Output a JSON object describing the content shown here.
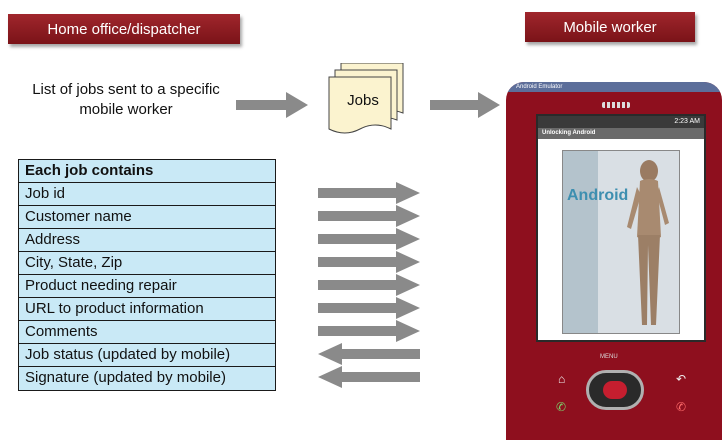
{
  "banners": {
    "home": "Home office/dispatcher",
    "mobile": "Mobile worker"
  },
  "list_caption": "List of jobs sent to a specific mobile worker",
  "jobs_label": "Jobs",
  "job_table": {
    "header": "Each job contains",
    "rows": [
      {
        "label": "Job id",
        "direction": "to-mobile"
      },
      {
        "label": "Customer name",
        "direction": "to-mobile"
      },
      {
        "label": "Address",
        "direction": "to-mobile"
      },
      {
        "label": "City, State, Zip",
        "direction": "to-mobile"
      },
      {
        "label": "Product needing repair",
        "direction": "to-mobile"
      },
      {
        "label": "URL to product information",
        "direction": "to-mobile"
      },
      {
        "label": "Comments",
        "direction": "to-mobile"
      },
      {
        "label": "Job status (updated by mobile)",
        "direction": "from-mobile"
      },
      {
        "label": "Signature (updated by mobile)",
        "direction": "from-mobile"
      }
    ]
  },
  "phone": {
    "emulator_title": "Android Emulator",
    "status_time": "2:23 AM",
    "app_title": "Unlocking Android",
    "book_title": "Android",
    "menu_label": "MENU"
  },
  "colors": {
    "banner": "#8e1a20",
    "table_fill": "#c9e9f6",
    "arrow": "#8a8a8a",
    "doc_fill": "#fbf3cf",
    "phone_body": "#8e0f1e"
  }
}
